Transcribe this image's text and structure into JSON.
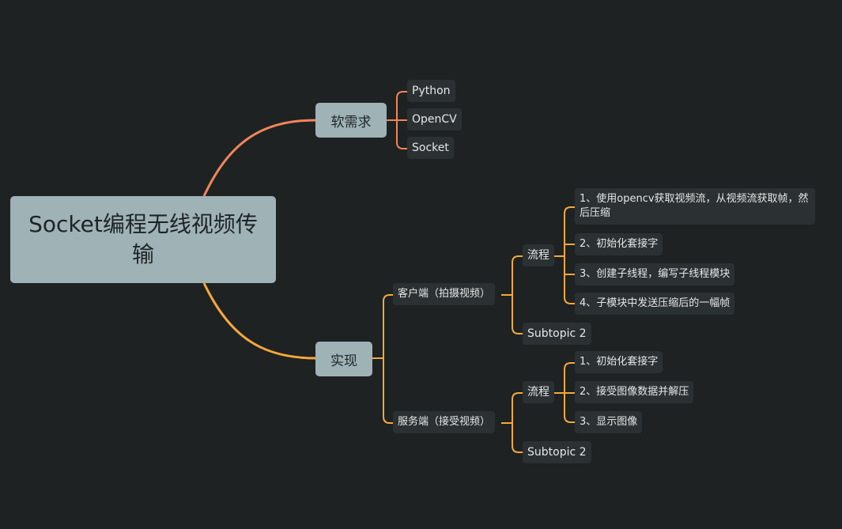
{
  "root": {
    "title": "Socket编程无线视频传输"
  },
  "branches": {
    "requirements": {
      "label": "软需求",
      "children": [
        "Python",
        "OpenCV",
        "Socket"
      ]
    },
    "implementation": {
      "label": "实现",
      "client": {
        "label": "客户端（拍摄视频）",
        "flow": {
          "label": "流程",
          "steps": [
            "1、使用opencv获取视频流，从视频流获取帧，然后压缩",
            "2、初始化套接字",
            "3、创建子线程，编写子线程模块",
            "4、子模块中发送压缩后的一幅帧"
          ]
        },
        "subtopic": "Subtopic 2"
      },
      "server": {
        "label": "服务端（接受视频）",
        "flow": {
          "label": "流程",
          "steps": [
            "1、初始化套接字",
            "2、接受图像数据并解压",
            "3、显示图像"
          ]
        },
        "subtopic": "Subtopic 2"
      }
    }
  },
  "colors": {
    "background": "#1e2222",
    "root_fill": "#9fb2b6",
    "node_fill": "#2b3133",
    "line_requirements": "#f0855a",
    "line_implementation": "#f5a83c"
  }
}
